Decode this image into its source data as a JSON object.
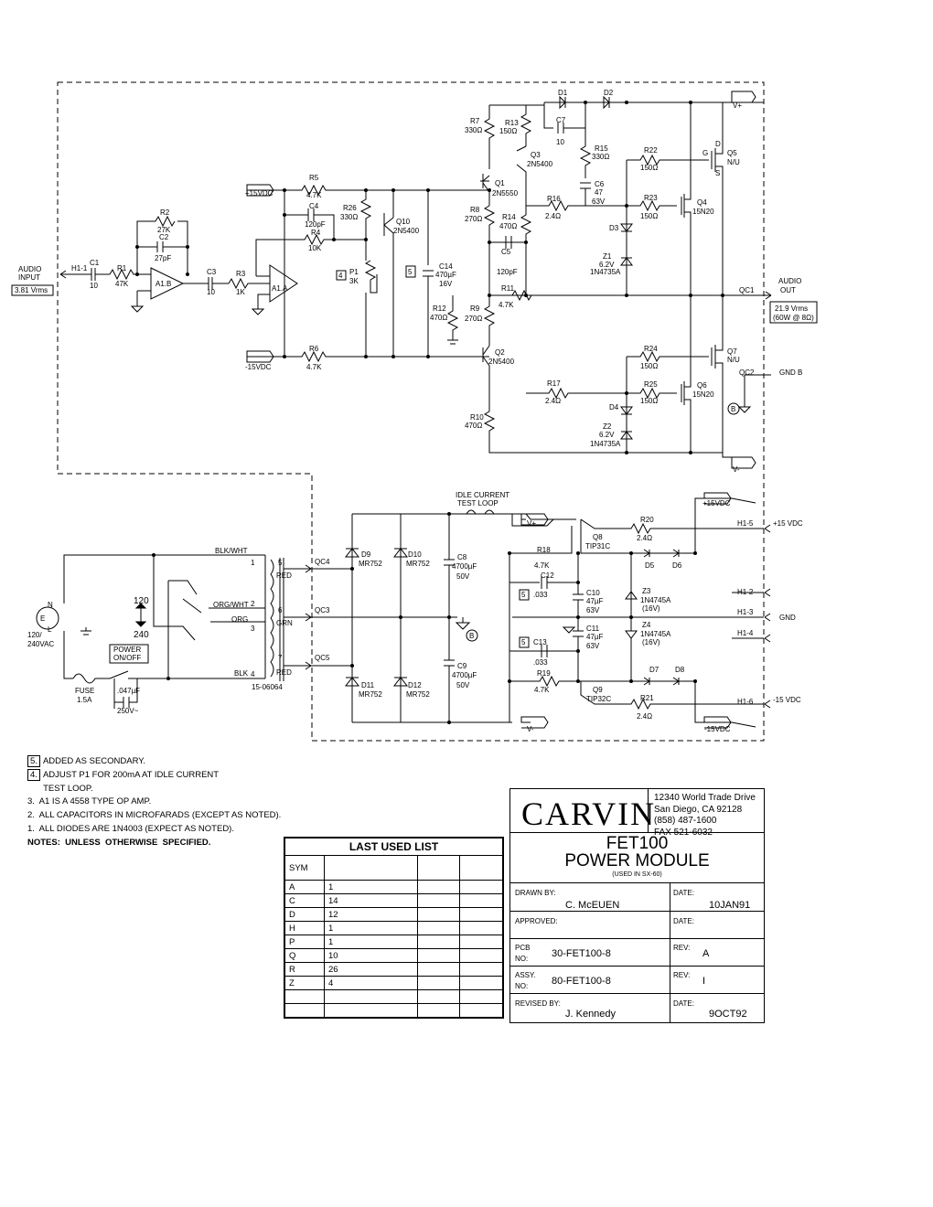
{
  "schematic": {
    "io": {
      "audio_input": [
        "AUDIO",
        "INPUT"
      ],
      "input_level": "3.81 Vrms",
      "audio_out": [
        "AUDIO",
        "OUT"
      ],
      "output_level": [
        "21.9 Vrms",
        "(60W @ 8Ω)"
      ],
      "mains": [
        "120/",
        "240VAC"
      ]
    },
    "components": {
      "H1_1": "H1-1",
      "C1": "C1",
      "C1v": "10",
      "R1": "R1",
      "R1v": "47K",
      "R2": "R2",
      "R2v": "27K",
      "C2": "C2",
      "C2v": "27pF",
      "A1B": "A1.B",
      "C3": "C3",
      "C3v": "10",
      "R3": "R3",
      "R3v": "1K",
      "A1A": "A1.A",
      "R5": "R5",
      "R5v": "4.7K",
      "C4": "C4",
      "C4v": "120pF",
      "R4": "R4",
      "R4v": "10K",
      "R26": "R26",
      "R26v": "330Ω",
      "Q10": "Q10",
      "Q10v": "2N5400",
      "P1": "P1",
      "P1v": "3K",
      "R6": "R6",
      "R6v": "4.7K",
      "plus15": "+15VDC",
      "minus15": "-15VDC",
      "C14": "C14",
      "C14v": "470µF",
      "C14r": "16V",
      "R7": "R7",
      "R7v": "330Ω",
      "R13": "R13",
      "R13v": "150Ω",
      "Q3": "Q3",
      "Q3v": "2N5400",
      "Q1": "Q1",
      "Q1v": "2N5550",
      "R8": "R8",
      "R8v": "270Ω",
      "R14": "R14",
      "R14v": "470Ω",
      "R16": "R16",
      "R16v": "2.4Ω",
      "C5": "C5",
      "C5v": "120pF",
      "R11": "R11",
      "R11v": "4.7K",
      "R12": "R12",
      "R12v": "470Ω",
      "R9": "R9",
      "R9v": "270Ω",
      "Q2": "Q2",
      "Q2v": "2N5400",
      "R10": "R10",
      "R10v": "470Ω",
      "R17": "R17",
      "R17v": "2.4Ω",
      "D1": "D1",
      "D2": "D2",
      "C7": "C7",
      "C7v": "10",
      "R15": "R15",
      "R15v": "330Ω",
      "C6": "C6",
      "C6v": "47",
      "C6r": "63V",
      "D3": "D3",
      "Z1": "Z1",
      "Z1v": "6.2V",
      "Z1p": "1N4735A",
      "D4": "D4",
      "Z2": "Z2",
      "Z2v": "6.2V",
      "Z2p": "1N4735A",
      "R22": "R22",
      "R22v": "150Ω",
      "R23": "R23",
      "R23v": "150Ω",
      "R24": "R24",
      "R24v": "150Ω",
      "R25": "R25",
      "R25v": "150Ω",
      "Q5": "Q5",
      "Q5v": "N/U",
      "Q4": "Q4",
      "Q4v": "15N20",
      "Q7": "Q7",
      "Q7v": "N/U",
      "Q6": "Q6",
      "Q6v": "15N20",
      "Vp": "V+",
      "Vm": "V-",
      "QC1": "QC1",
      "QC2": "QC2",
      "GNDB": "GND B",
      "G": "G",
      "D": "D",
      "S": "S",
      "B": "B",
      "blkwht": "BLK/WHT",
      "orgwht": "ORG/WHT",
      "org": "ORG",
      "blk": "BLK",
      "red1": "RED",
      "grn": "GRN",
      "red2": "RED",
      "xfmr": "15-06064",
      "sw120": "120",
      "sw240": "240",
      "power": [
        "POWER",
        "ON/OFF"
      ],
      "fuse": [
        "FUSE",
        "1.5A"
      ],
      "capsw": ".047µF",
      "capswr": "250V~",
      "QC4": "QC4",
      "QC3": "QC3",
      "QC5": "QC5",
      "D9": "D9",
      "D10": "D10",
      "D11": "D11",
      "D12": "D12",
      "MR": "MR752",
      "C8": "C8",
      "C8v": "4700µF",
      "C8r": "50V",
      "C9": "C9",
      "C9v": "4700µF",
      "C9r": "50V",
      "idle": [
        "IDLE CURRENT",
        "TEST LOOP"
      ],
      "Q8": "Q8",
      "Q8v": "TIP31C",
      "Q9": "Q9",
      "Q9v": "TIP32C",
      "R18": "R18",
      "R18v": "4.7K",
      "R19": "R19",
      "R19v": "4.7K",
      "C12": "C12",
      "C12v": ".033",
      "C13": "C13",
      "C13v": ".033",
      "C10": "C10",
      "C10v": "47µF",
      "C10r": "63V",
      "C11": "C11",
      "C11v": "47µF",
      "C11r": "63V",
      "R20": "R20",
      "R20v": "2.4Ω",
      "R21": "R21",
      "R21v": "2.4Ω",
      "D5": "D5",
      "D6": "D6",
      "D7": "D7",
      "D8": "D8",
      "Z3": "Z3",
      "Z3v": "1N4745A",
      "Z3r": "(16V)",
      "Z4": "Z4",
      "Z4v": "1N4745A",
      "Z4r": "(16V)",
      "H1_2": "H1-2",
      "H1_3": "H1-3",
      "H1_4": "H1-4",
      "H1_5": "H1-5",
      "H1_6": "H1-6",
      "out15p": "+15 VDC",
      "out15m": "-15 VDC",
      "gnd": "GND"
    }
  },
  "notes": [
    {
      "box": "5.",
      "text": "ADDED AS SECONDARY."
    },
    {
      "box": "4.",
      "text": "ADJUST P1 FOR 200mA AT IDLE CURRENT"
    },
    {
      "box": "",
      "text": "  TEST LOOP."
    },
    {
      "box": "",
      "text": "3.  A1 IS A 4558 TYPE OP AMP."
    },
    {
      "box": "",
      "text": "2.  ALL CAPACITORS IN MICROFARADS (EXCEPT AS NOTED)."
    },
    {
      "box": "",
      "text": "1.  ALL DIODES ARE 1N4003 (EXPECT AS NOTED)."
    }
  ],
  "notes_footer": "NOTES:  UNLESS  OTHERWISE  SPECIFIED.",
  "last_used": {
    "title": "LAST USED LIST",
    "sym_header": "SYM",
    "rows": [
      [
        "A",
        "1"
      ],
      [
        "C",
        "14"
      ],
      [
        "D",
        "12"
      ],
      [
        "H",
        "1"
      ],
      [
        "P",
        "1"
      ],
      [
        "Q",
        "10"
      ],
      [
        "R",
        "26"
      ],
      [
        "Z",
        "4"
      ],
      [
        "",
        ""
      ],
      [
        "",
        ""
      ]
    ]
  },
  "title_block": {
    "company": "CARVIN",
    "address": [
      "12340 World Trade Drive",
      "San Diego, CA  92128",
      "(858)  487-1600",
      "FAX  521-6032"
    ],
    "title1": "FET100",
    "title2": "POWER MODULE",
    "subtitle": "(USED IN SX-60)",
    "drawn_by_label": "DRAWN BY:",
    "drawn_by": "C. McEUEN",
    "date_label": "DATE:",
    "drawn_date": "10JAN91",
    "approved_label": "APPROVED:",
    "pcb_label": [
      "PCB",
      "NO:"
    ],
    "pcb_no": "30-FET100-8",
    "rev_label": "REV:",
    "pcb_rev": "A",
    "assy_label": [
      "ASSY.",
      "NO:"
    ],
    "assy_no": "80-FET100-8",
    "assy_rev": "I",
    "revised_label": "REVISED BY:",
    "revised_by": "J. Kennedy",
    "revised_date": "9OCT92"
  }
}
